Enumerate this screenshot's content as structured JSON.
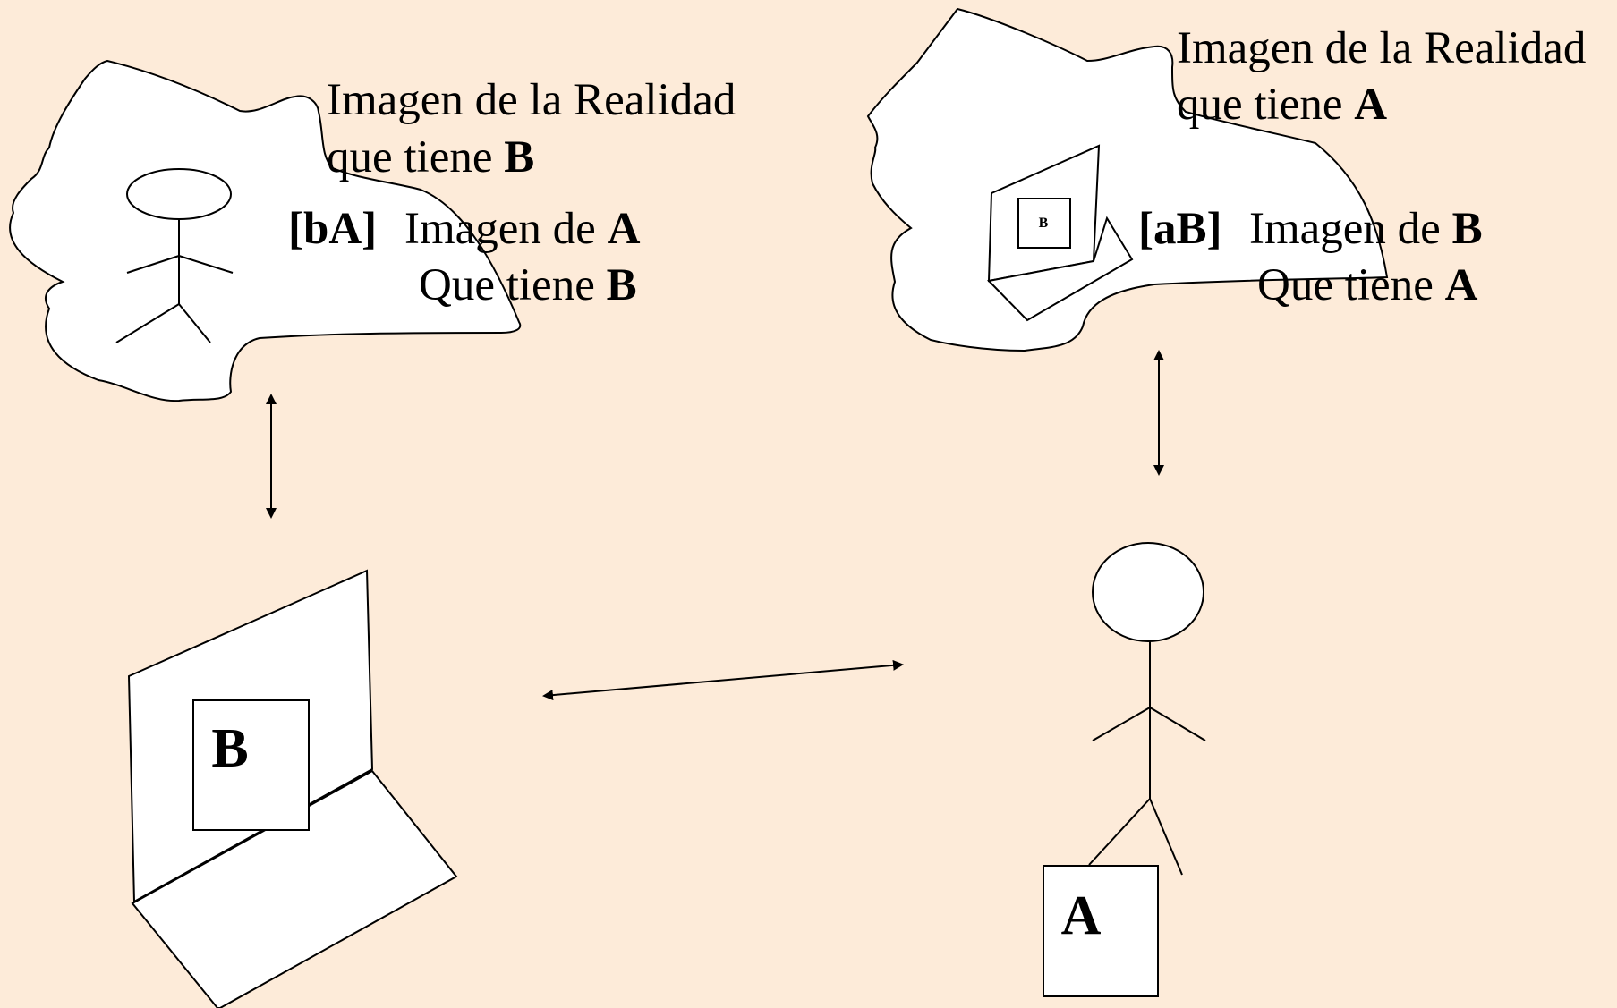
{
  "colors": {
    "background": "#fdebd9",
    "shape_fill": "#ffffff",
    "stroke": "#000000"
  },
  "left_cloud": {
    "title_line1": "Imagen de la Realidad",
    "title_line2_prefix": "que tiene ",
    "title_line2_bold": "B",
    "tag": "[bA]",
    "caption_line1_prefix": "Imagen  de ",
    "caption_line1_bold": "A",
    "caption_line2_prefix": "Que tiene ",
    "caption_line2_bold": "B"
  },
  "right_cloud": {
    "title_line1": "Imagen de la Realidad",
    "title_line2_prefix": "que tiene ",
    "title_line2_bold": "A",
    "tag": "[aB]",
    "caption_line1_prefix": "Imagen  de  ",
    "caption_line1_bold": "B",
    "caption_line2_prefix": "Que tiene ",
    "caption_line2_bold": "A",
    "mini_laptop_label": "B"
  },
  "computer": {
    "label": "B"
  },
  "person": {
    "label": "A"
  }
}
